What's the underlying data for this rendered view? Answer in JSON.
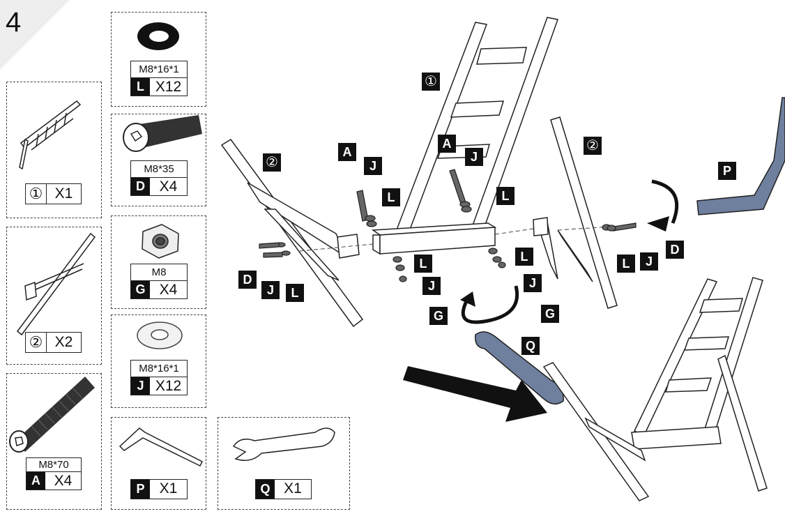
{
  "step_number": "4",
  "parts": {
    "frame1": {
      "chip": "①",
      "qty": "X1"
    },
    "frame2": {
      "chip": "②",
      "qty": "X2"
    },
    "bolt_a": {
      "spec": "M8*70",
      "chip": "A",
      "qty": "X4"
    },
    "washer_l": {
      "spec": "M8*16*1",
      "chip": "L",
      "qty": "X12"
    },
    "bolt_d": {
      "spec": "M8*35",
      "chip": "D",
      "qty": "X4"
    },
    "nut_g": {
      "spec": "M8",
      "chip": "G",
      "qty": "X4"
    },
    "washer_j": {
      "spec": "M8*16*1",
      "chip": "J",
      "qty": "X12"
    },
    "hex_key_p": {
      "chip": "P",
      "qty": "X1"
    },
    "wrench_q": {
      "chip": "Q",
      "qty": "X1"
    }
  },
  "diagram_tags": {
    "frame_center": "①",
    "frame_left": "②",
    "frame_right": "②",
    "A": "A",
    "J": "J",
    "L": "L",
    "D": "D",
    "G": "G",
    "P": "P",
    "Q": "Q"
  },
  "colors": {
    "tool_blue": "#6f7f9e",
    "ink": "#111111"
  }
}
